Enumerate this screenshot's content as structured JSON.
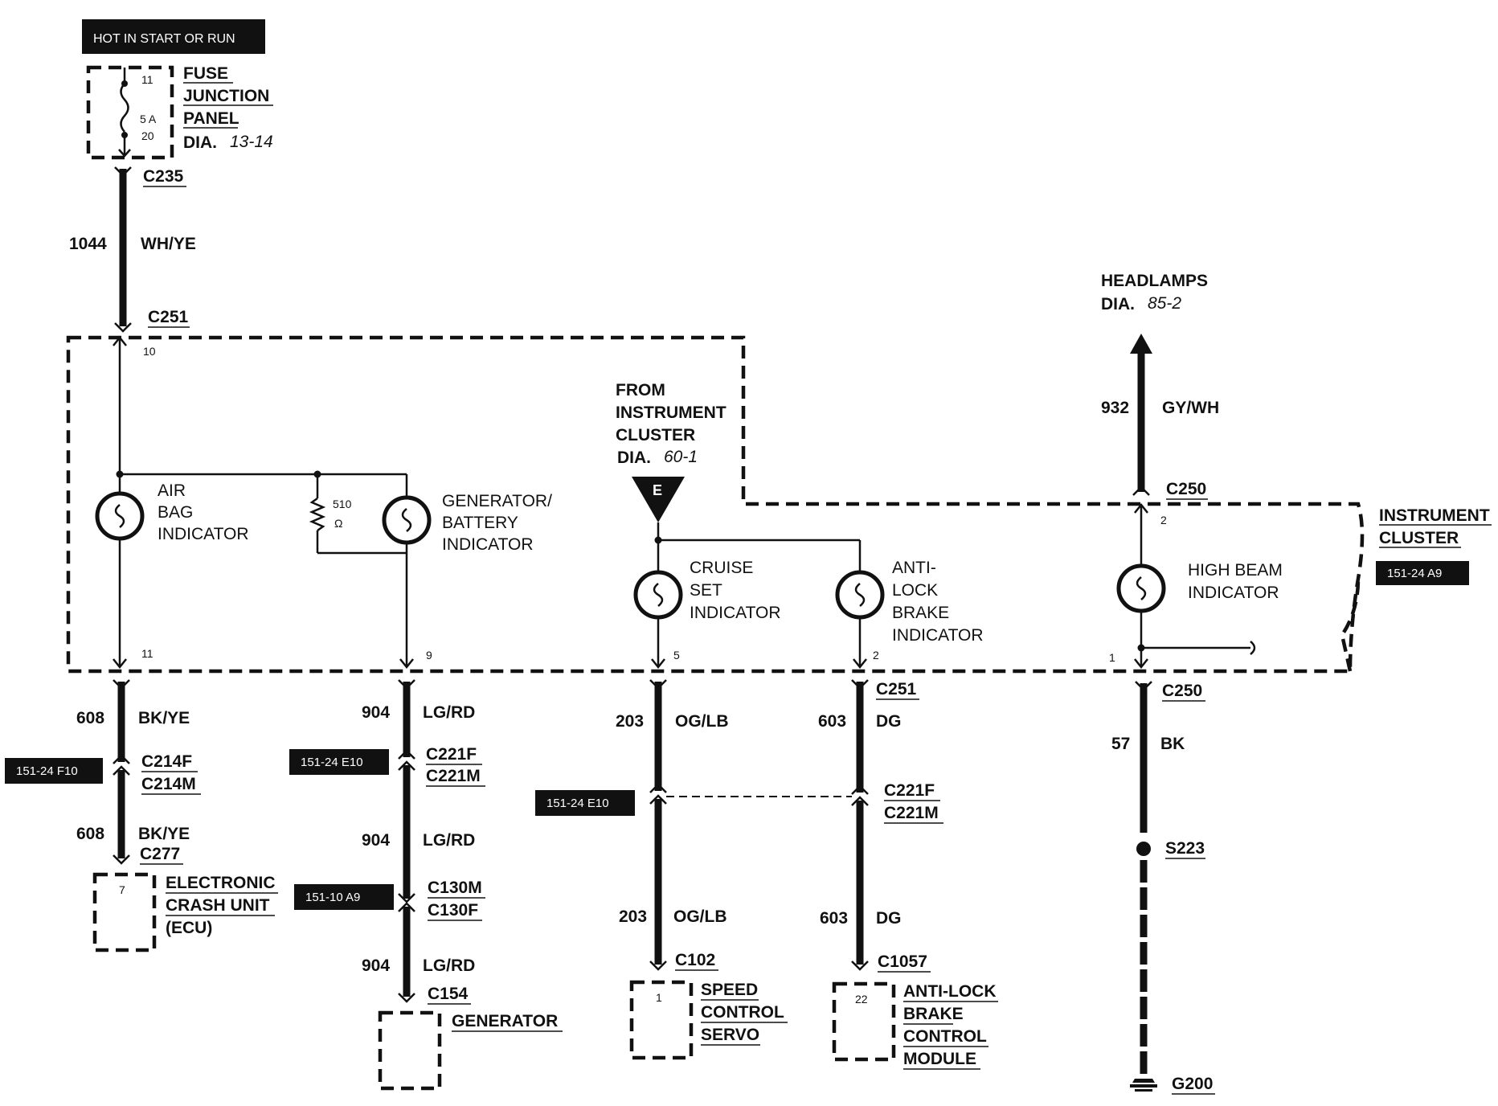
{
  "header": {
    "power_label": "HOT IN START OR RUN"
  },
  "fuse_panel": {
    "pin_top": "11",
    "rating": "5 A",
    "pin_bottom": "20",
    "line1": "FUSE",
    "line2": "JUNCTION",
    "line3": "PANEL",
    "dia_prefix": "DIA.",
    "dia_ref": "13-14"
  },
  "top_wire": {
    "c235": "C235",
    "circuit": "1044",
    "color": "WH/YE",
    "c251": "C251"
  },
  "cluster": {
    "pin_10": "10",
    "pin_11": "11",
    "pin_9": "9",
    "pin_5": "5",
    "pin_2_abs": "2",
    "pin_1": "1",
    "pin_2_hb": "2",
    "label_line1": "INSTRUMENT",
    "label_line2": "CLUSTER",
    "ref_box": "151-24 A9"
  },
  "indicators": {
    "airbag": [
      "AIR",
      "BAG",
      "INDICATOR"
    ],
    "generator": [
      "GENERATOR/",
      "BATTERY",
      "INDICATOR"
    ],
    "resistor_value": "510",
    "resistor_unit": "Ω",
    "cruise": [
      "CRUISE",
      "SET",
      "INDICATOR"
    ],
    "abs": [
      "ANTI-",
      "LOCK",
      "BRAKE",
      "INDICATOR"
    ],
    "highbeam": [
      "HIGH BEAM",
      "INDICATOR"
    ]
  },
  "from_cluster": {
    "lines": [
      "FROM",
      "INSTRUMENT",
      "CLUSTER"
    ],
    "dia_prefix": "DIA.",
    "dia_ref": "60-1",
    "marker": "E"
  },
  "headlamps": {
    "line1": "HEADLAMPS",
    "dia_prefix": "DIA.",
    "dia_ref": "85-2",
    "circuit": "932",
    "color": "GY/WH",
    "connector": "C250"
  },
  "ecu_branch": {
    "circuit_a": "608",
    "color_a": "BK/YE",
    "ref_box": "151-24 F10",
    "conn_f": "C214F",
    "conn_m": "C214M",
    "circuit_b": "608",
    "color_b": "BK/YE",
    "conn_end": "C277",
    "pin": "7",
    "module": [
      "ELECTRONIC",
      "CRASH UNIT",
      "(ECU)"
    ]
  },
  "generator_branch": {
    "circuit_a": "904",
    "color_a": "LG/RD",
    "ref_box_a": "151-24 E10",
    "conn_f": "C221F",
    "conn_m": "C221M",
    "circuit_b": "904",
    "color_b": "LG/RD",
    "ref_box_b": "151-10 A9",
    "conn_m2": "C130M",
    "conn_f2": "C130F",
    "circuit_c": "904",
    "color_c": "LG/RD",
    "conn_end": "C154",
    "module": "GENERATOR"
  },
  "speed_branch": {
    "circuit_a": "203",
    "color_a": "OG/LB",
    "ref_box": "151-24 E10",
    "circuit_b": "203",
    "color_b": "OG/LB",
    "conn_end": "C102",
    "pin": "1",
    "module": [
      "SPEED",
      "CONTROL",
      "SERVO"
    ]
  },
  "abs_branch": {
    "conn_top": "C251",
    "circuit_a": "603",
    "color_a": "DG",
    "conn_f": "C221F",
    "conn_m": "C221M",
    "circuit_b": "603",
    "color_b": "DG",
    "conn_end": "C1057",
    "pin": "22",
    "module": [
      "ANTI-LOCK",
      "BRAKE",
      "CONTROL",
      "MODULE"
    ]
  },
  "ground_branch": {
    "conn_top": "C250",
    "circuit": "57",
    "color": "BK",
    "splice": "S223",
    "ground": "G200"
  }
}
